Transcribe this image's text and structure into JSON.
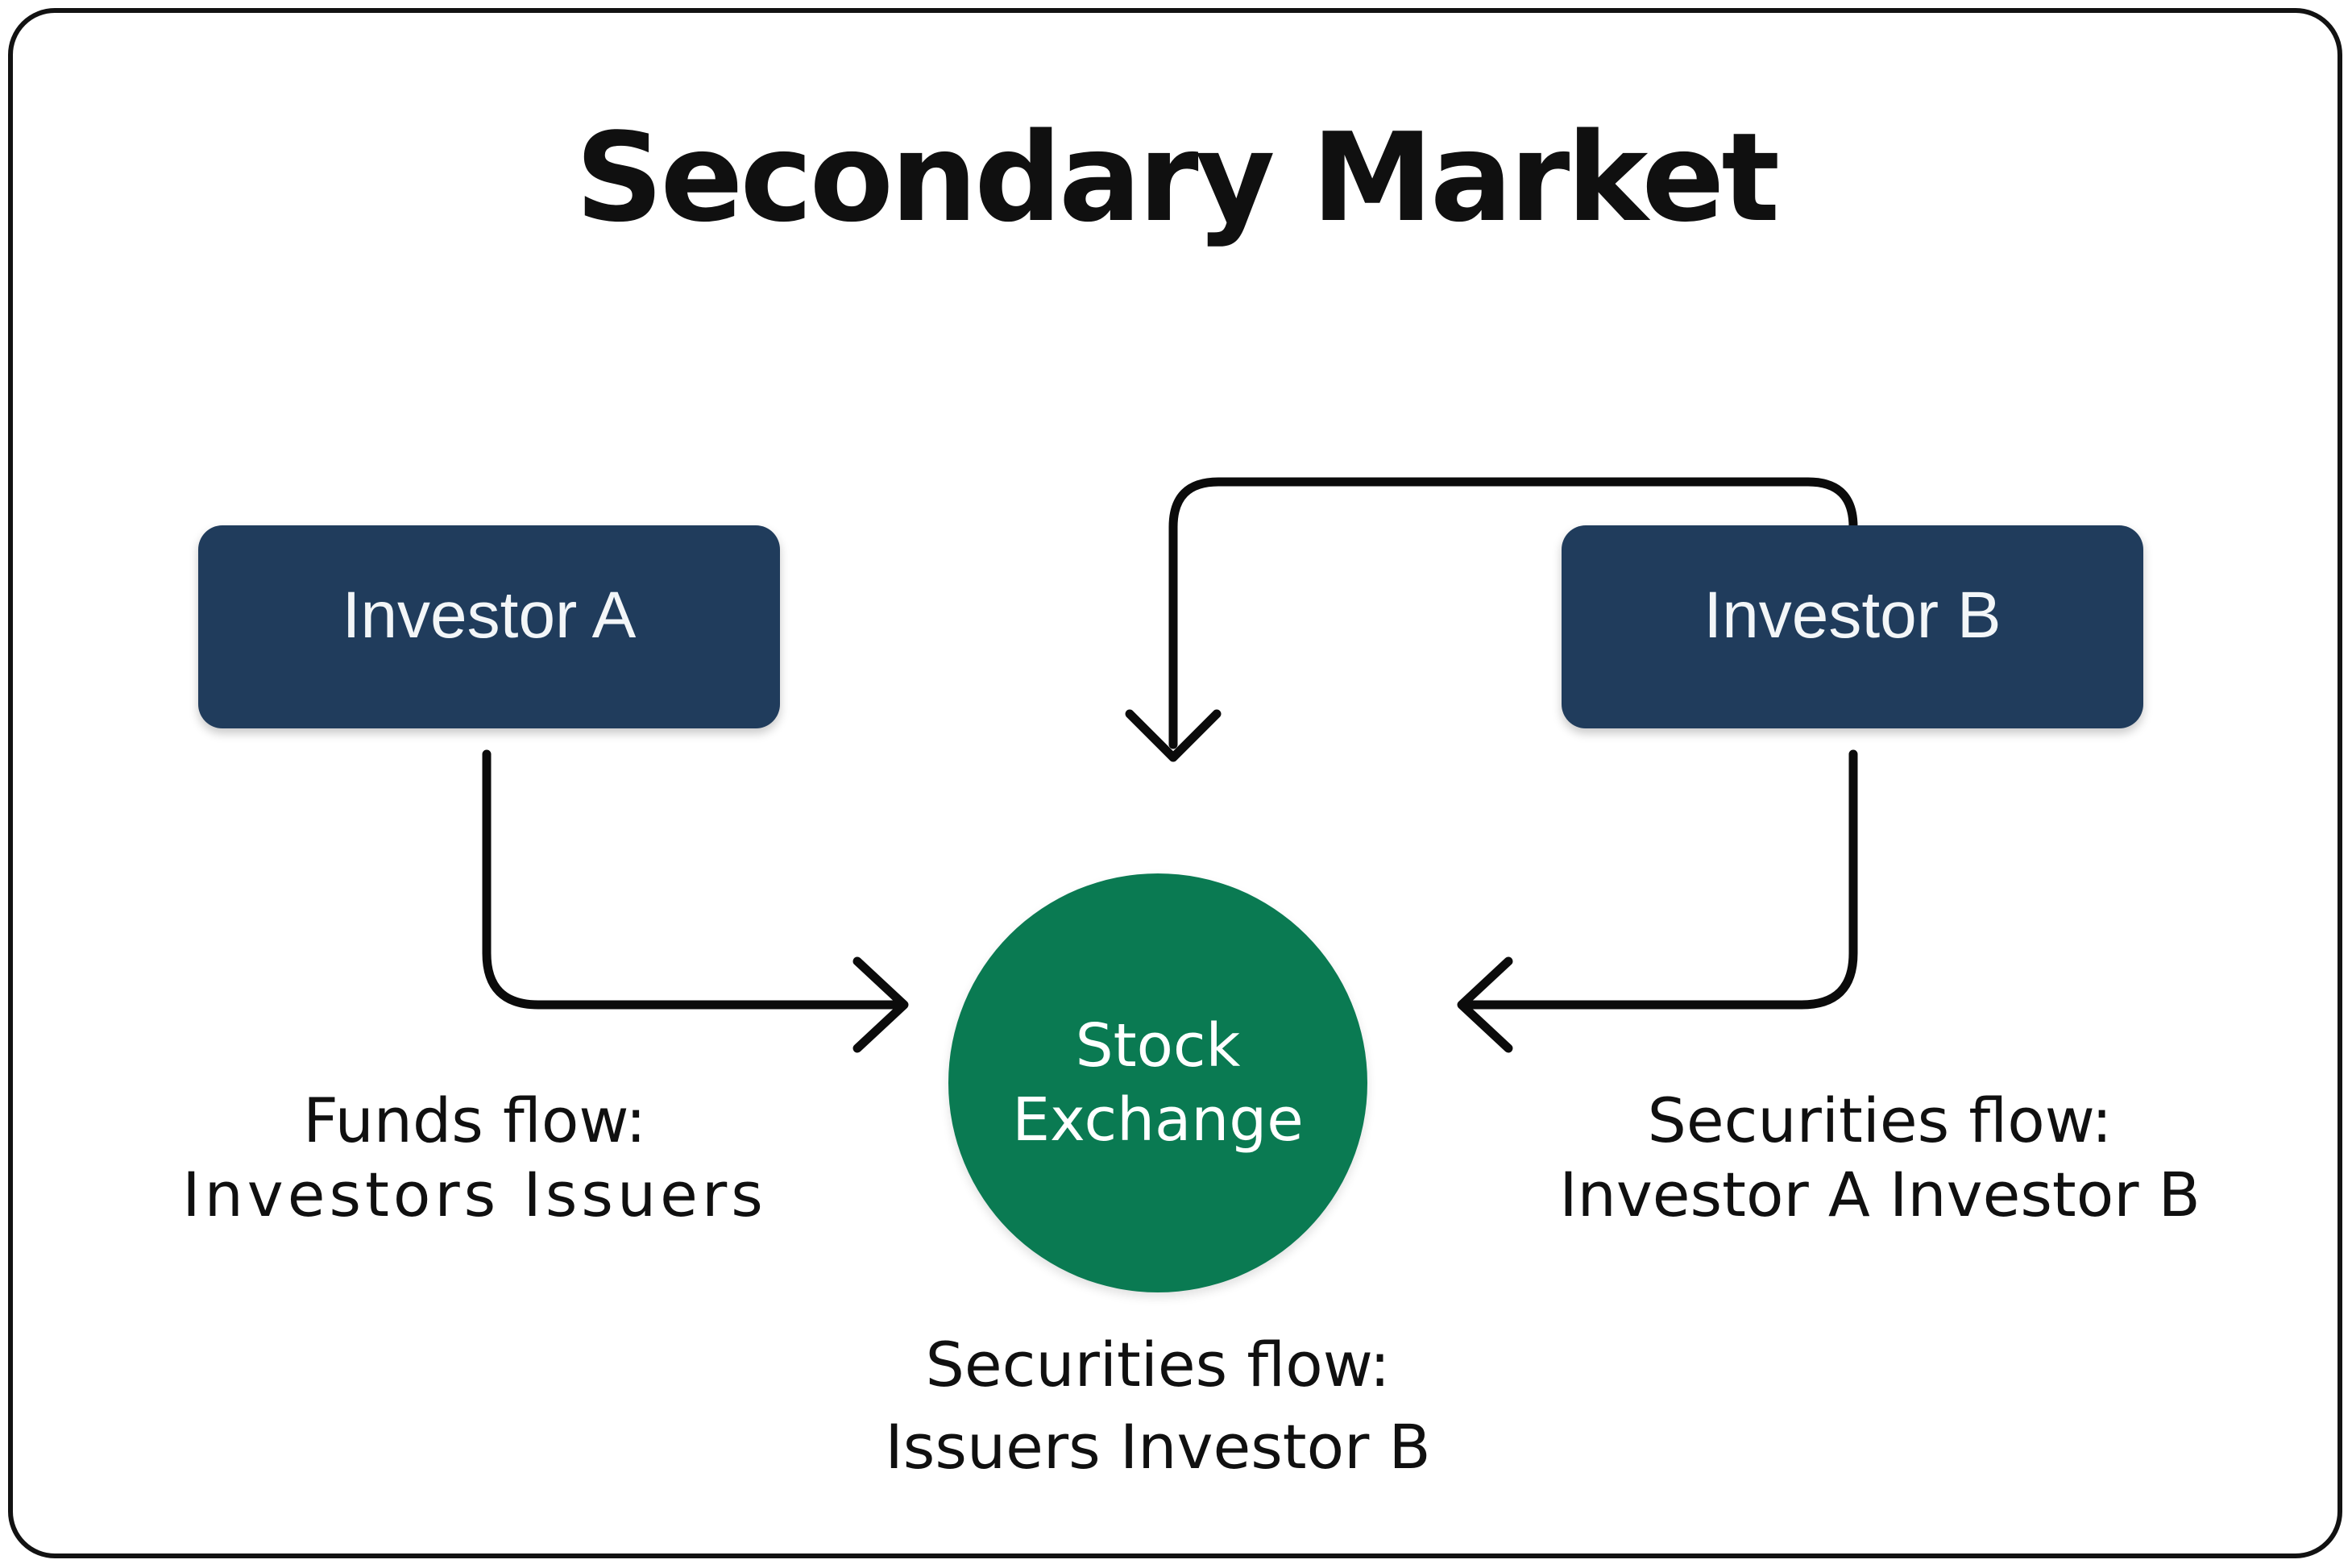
{
  "title": "Secondary Market",
  "colors": {
    "navy": "#203c5c",
    "green": "#0a7a52",
    "line": "#0b0b0b",
    "text": "#101010",
    "box_text": "#f3f6f8",
    "background": "#ffffff"
  },
  "nodes": {
    "investor_a": {
      "label": "Investor A"
    },
    "investor_b": {
      "label": "Investor B"
    },
    "stock_exchange": {
      "line1": "Stock",
      "line2": "Exchange"
    }
  },
  "captions": {
    "funds_flow": {
      "line1": "Funds flow:",
      "line2": "Investors Issuers"
    },
    "securities_flow_right": {
      "line1": "Securities flow:",
      "line2": "Investor A Investor B"
    },
    "securities_flow_bottom": {
      "line1": "Securities flow:",
      "line2": "Issuers Investor B"
    }
  }
}
